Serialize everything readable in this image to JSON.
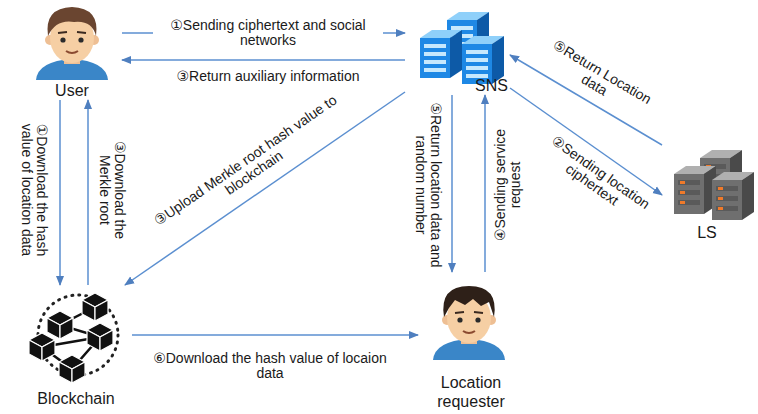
{
  "diagram": {
    "nodes": [
      {
        "text": [
          "User"
        ]
      },
      {
        "text": [
          "SNS"
        ]
      },
      {
        "text": [
          "LS"
        ]
      },
      {
        "text": [
          "Blockchain"
        ]
      },
      {
        "text": [
          "Location requester"
        ]
      }
    ],
    "edges": [
      {
        "from": 0,
        "to": 1,
        "arrow": "to",
        "label": "①Sending ciphertext and social networks"
      },
      {
        "from": 1,
        "to": 0,
        "arrow": "to",
        "label": "③Return auxiliary information"
      },
      {
        "from": 1,
        "to": 2,
        "arrow": "to",
        "label": "②Sending location ciphertext"
      },
      {
        "from": 2,
        "to": 1,
        "arrow": "to",
        "label": "⑤Return Location data"
      },
      {
        "from": 0,
        "to": 3,
        "arrow": "to",
        "label": "①Download the hash value of location data"
      },
      {
        "from": 3,
        "to": 0,
        "arrow": "to",
        "label": "③Download the Merkle root"
      },
      {
        "from": 1,
        "to": 3,
        "arrow": "to",
        "label": "③Upload Merkle root hash value to blockchain"
      },
      {
        "from": 1,
        "to": 4,
        "arrow": "to",
        "label": "⑤Return location data and random number"
      },
      {
        "from": 4,
        "to": 1,
        "arrow": "to",
        "label": "④Sending service request"
      },
      {
        "from": 3,
        "to": 4,
        "arrow": "to",
        "label": "⑥Download the hash value of locaion data"
      }
    ]
  }
}
